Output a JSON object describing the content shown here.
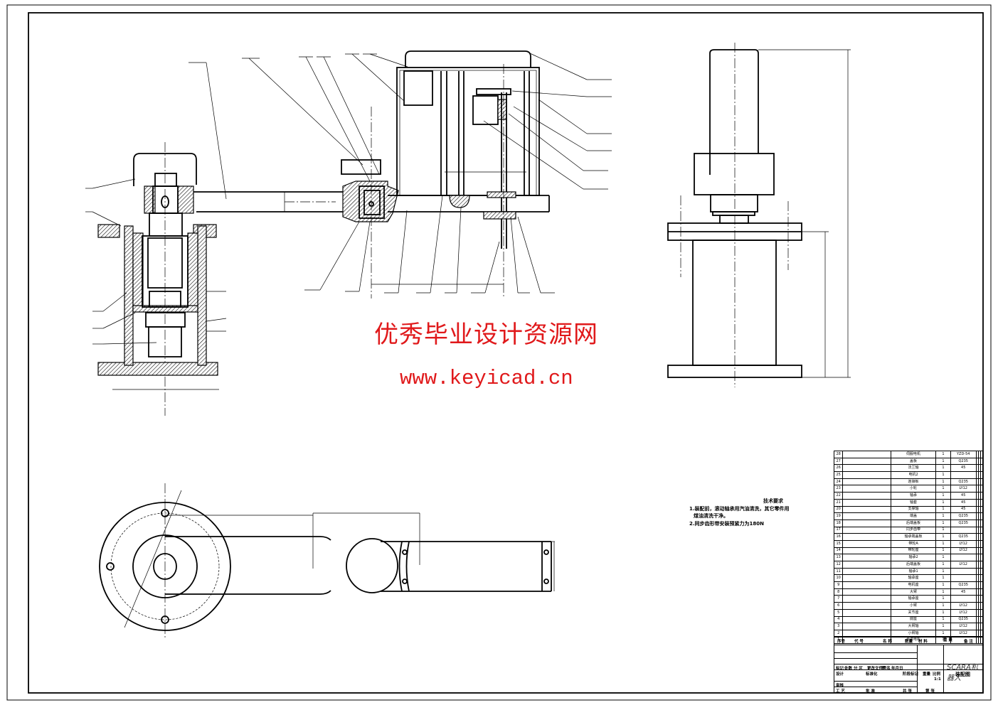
{
  "drawing": {
    "title": "SCARA机器人",
    "subtitle": "装配图",
    "type": "engineering assembly drawing"
  },
  "watermark": {
    "line1": "优秀毕业设计资源网",
    "line2": "www.keyicad.cn",
    "color": "#e0191b"
  },
  "technical_requirements": {
    "title": "技术要求",
    "items": [
      "1.装配前，滚动轴承用汽油清洗，其它零件用",
      "煤油清洗干净。",
      "2.同步齿形带安装预紧力为180N"
    ]
  },
  "bom": {
    "rows": [
      {
        "no": "28",
        "name": "伺服电机",
        "qty": "1",
        "material": "YZD-54"
      },
      {
        "no": "27",
        "name": "盖板",
        "qty": "1",
        "material": "Q235"
      },
      {
        "no": "26",
        "name": "法兰轴",
        "qty": "1",
        "material": "45"
      },
      {
        "no": "25",
        "name": "电机2",
        "qty": "1",
        "material": ""
      },
      {
        "no": "24",
        "name": "连接板",
        "qty": "1",
        "material": "Q235"
      },
      {
        "no": "23",
        "name": "小轮",
        "qty": "1",
        "material": "LY12"
      },
      {
        "no": "22",
        "name": "轴承",
        "qty": "1",
        "material": "45"
      },
      {
        "no": "21",
        "name": "轴套",
        "qty": "1",
        "material": "45"
      },
      {
        "no": "20",
        "name": "支撑轴",
        "qty": "1",
        "material": "45"
      },
      {
        "no": "19",
        "name": "端盖",
        "qty": "1",
        "material": "Q235"
      },
      {
        "no": "18",
        "name": "后端盖板",
        "qty": "1",
        "material": "Q235"
      },
      {
        "no": "17",
        "name": "同步齿带",
        "qty": "1",
        "material": ""
      },
      {
        "no": "16",
        "name": "轴承端盖板",
        "qty": "1",
        "material": "Q235"
      },
      {
        "no": "15",
        "name": "带轮A",
        "qty": "1",
        "material": "LY12"
      },
      {
        "no": "14",
        "name": "带轮座",
        "qty": "1",
        "material": "LY12"
      },
      {
        "no": "13",
        "name": "轴承2",
        "qty": "1",
        "material": ""
      },
      {
        "no": "12",
        "name": "后端盖板",
        "qty": "1",
        "material": "LY12"
      },
      {
        "no": "11",
        "name": "轴承1",
        "qty": "1",
        "material": ""
      },
      {
        "no": "10",
        "name": "轴承座",
        "qty": "1",
        "material": ""
      },
      {
        "no": "9",
        "name": "电机座",
        "qty": "1",
        "material": "Q235"
      },
      {
        "no": "8",
        "name": "大臂",
        "qty": "1",
        "material": "45"
      },
      {
        "no": "7",
        "name": "轴承座",
        "qty": "1",
        "material": ""
      },
      {
        "no": "6",
        "name": "小臂",
        "qty": "1",
        "material": "LY12"
      },
      {
        "no": "5",
        "name": "关节座",
        "qty": "1",
        "material": "LY12"
      },
      {
        "no": "4",
        "name": "底座",
        "qty": "1",
        "material": "Q235"
      },
      {
        "no": "3",
        "name": "大臂轴",
        "qty": "1",
        "material": "LY12"
      },
      {
        "no": "2",
        "name": "小臂轴",
        "qty": "1",
        "material": "LY12"
      },
      {
        "no": "1",
        "name": "步进电机",
        "qty": "1",
        "material": ""
      }
    ],
    "header": {
      "no": "序号",
      "code": "代 号",
      "name": "名 称",
      "qty": "数量",
      "material": "材 料",
      "unit_weight": "单件",
      "total_weight": "总计",
      "weight_label": "重 量",
      "remark": "备 注"
    }
  },
  "title_block": {
    "labels": {
      "mark": "标记",
      "count": "处数",
      "zone": "分 区",
      "change_doc": "更改文件号",
      "sign": "签 名",
      "date": "年月日",
      "design": "设计",
      "standardize": "标准化",
      "review": "审核",
      "process": "工 艺",
      "approve": "批 准",
      "stage_mark": "阶段标记",
      "weight": "重量",
      "scale": "比例",
      "scale_value": "1:1",
      "sheets": "共  张",
      "sheet_no": "第  张"
    }
  }
}
